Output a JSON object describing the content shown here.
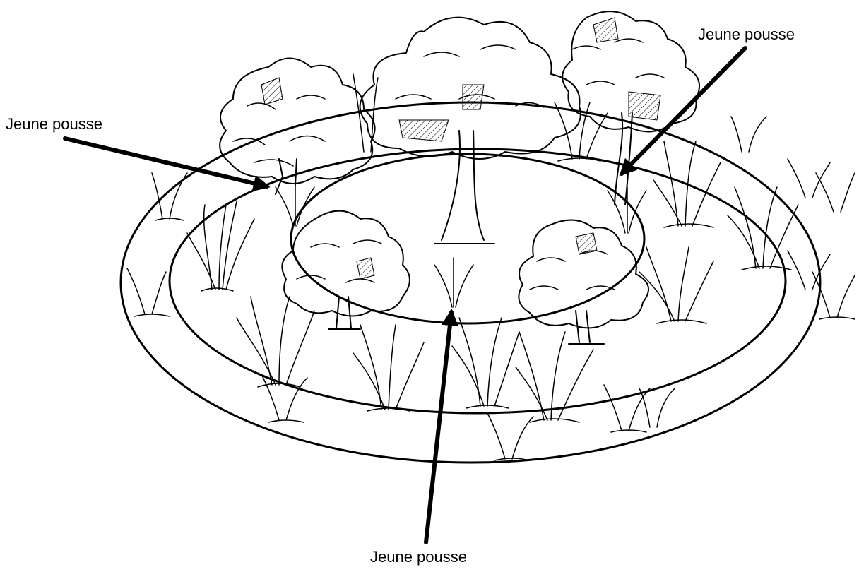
{
  "labels": {
    "left": "Jeune pousse",
    "right": "Jeune pousse",
    "bottom": "Jeune pousse"
  },
  "colors": {
    "ink": "#000000",
    "background": "#ffffff"
  }
}
